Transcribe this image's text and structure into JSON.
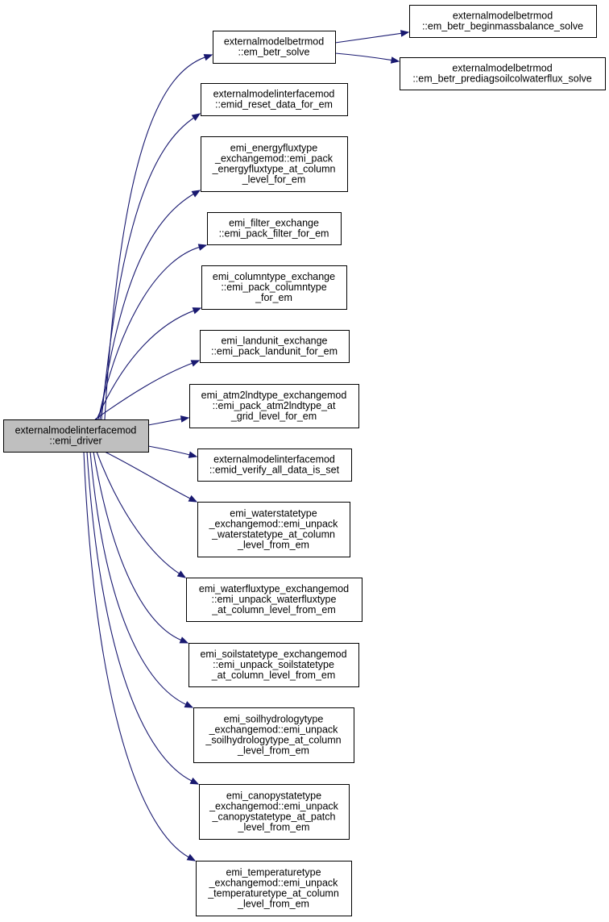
{
  "colors": {
    "edge": "#191970",
    "root_fill": "#bfbfbf",
    "node_fill": "#ffffff",
    "node_border": "#000000"
  },
  "nodes": [
    {
      "id": "root",
      "lines": [
        "externalmodelinterfacemod",
        "::emi_driver"
      ]
    },
    {
      "id": "betr-solve",
      "lines": [
        "externalmodelbetrmod",
        "::em_betr_solve"
      ]
    },
    {
      "id": "betr-beginmassbalance",
      "lines": [
        "externalmodelbetrmod",
        "::em_betr_beginmassbalance_solve"
      ]
    },
    {
      "id": "betr-prediagsoilcolwaterflux",
      "lines": [
        "externalmodelbetrmod",
        "::em_betr_prediagsoilcolwaterflux_solve"
      ]
    },
    {
      "id": "emid-reset-data",
      "lines": [
        "externalmodelinterfacemod",
        "::emid_reset_data_for_em"
      ]
    },
    {
      "id": "pack-energyflux",
      "lines": [
        "emi_energyfluxtype",
        "_exchangemod::emi_pack",
        "_energyfluxtype_at_column",
        "_level_for_em"
      ]
    },
    {
      "id": "pack-filter",
      "lines": [
        "emi_filter_exchange",
        "::emi_pack_filter_for_em"
      ]
    },
    {
      "id": "pack-columntype",
      "lines": [
        "emi_columntype_exchange",
        "::emi_pack_columntype",
        "_for_em"
      ]
    },
    {
      "id": "pack-landunit",
      "lines": [
        "emi_landunit_exchange",
        "::emi_pack_landunit_for_em"
      ]
    },
    {
      "id": "pack-atm2lnd",
      "lines": [
        "emi_atm2lndtype_exchangemod",
        "::emi_pack_atm2lndtype_at",
        "_grid_level_for_em"
      ]
    },
    {
      "id": "emid-verify",
      "lines": [
        "externalmodelinterfacemod",
        "::emid_verify_all_data_is_set"
      ]
    },
    {
      "id": "unpack-waterstate",
      "lines": [
        "emi_waterstatetype",
        "_exchangemod::emi_unpack",
        "_waterstatetype_at_column",
        "_level_from_em"
      ]
    },
    {
      "id": "unpack-waterflux",
      "lines": [
        "emi_waterfluxtype_exchangemod",
        "::emi_unpack_waterfluxtype",
        "_at_column_level_from_em"
      ]
    },
    {
      "id": "unpack-soilstate",
      "lines": [
        "emi_soilstatetype_exchangemod",
        "::emi_unpack_soilstatetype",
        "_at_column_level_from_em"
      ]
    },
    {
      "id": "unpack-soilhydrology",
      "lines": [
        "emi_soilhydrologytype",
        "_exchangemod::emi_unpack",
        "_soilhydrologytype_at_column",
        "_level_from_em"
      ]
    },
    {
      "id": "unpack-canopystate",
      "lines": [
        "emi_canopystatetype",
        "_exchangemod::emi_unpack",
        "_canopystatetype_at_patch",
        "_level_from_em"
      ]
    },
    {
      "id": "unpack-temperature",
      "lines": [
        "emi_temperaturetype",
        "_exchangemod::emi_unpack",
        "_temperaturetype_at_column",
        "_level_from_em"
      ]
    }
  ],
  "edges": [
    {
      "from": "root",
      "to": "betr-solve"
    },
    {
      "from": "betr-solve",
      "to": "betr-beginmassbalance"
    },
    {
      "from": "betr-solve",
      "to": "betr-prediagsoilcolwaterflux"
    },
    {
      "from": "root",
      "to": "emid-reset-data"
    },
    {
      "from": "root",
      "to": "pack-energyflux"
    },
    {
      "from": "root",
      "to": "pack-filter"
    },
    {
      "from": "root",
      "to": "pack-columntype"
    },
    {
      "from": "root",
      "to": "pack-landunit"
    },
    {
      "from": "root",
      "to": "pack-atm2lnd"
    },
    {
      "from": "root",
      "to": "emid-verify"
    },
    {
      "from": "root",
      "to": "unpack-waterstate"
    },
    {
      "from": "root",
      "to": "unpack-waterflux"
    },
    {
      "from": "root",
      "to": "unpack-soilstate"
    },
    {
      "from": "root",
      "to": "unpack-soilhydrology"
    },
    {
      "from": "root",
      "to": "unpack-canopystate"
    },
    {
      "from": "root",
      "to": "unpack-temperature"
    }
  ]
}
